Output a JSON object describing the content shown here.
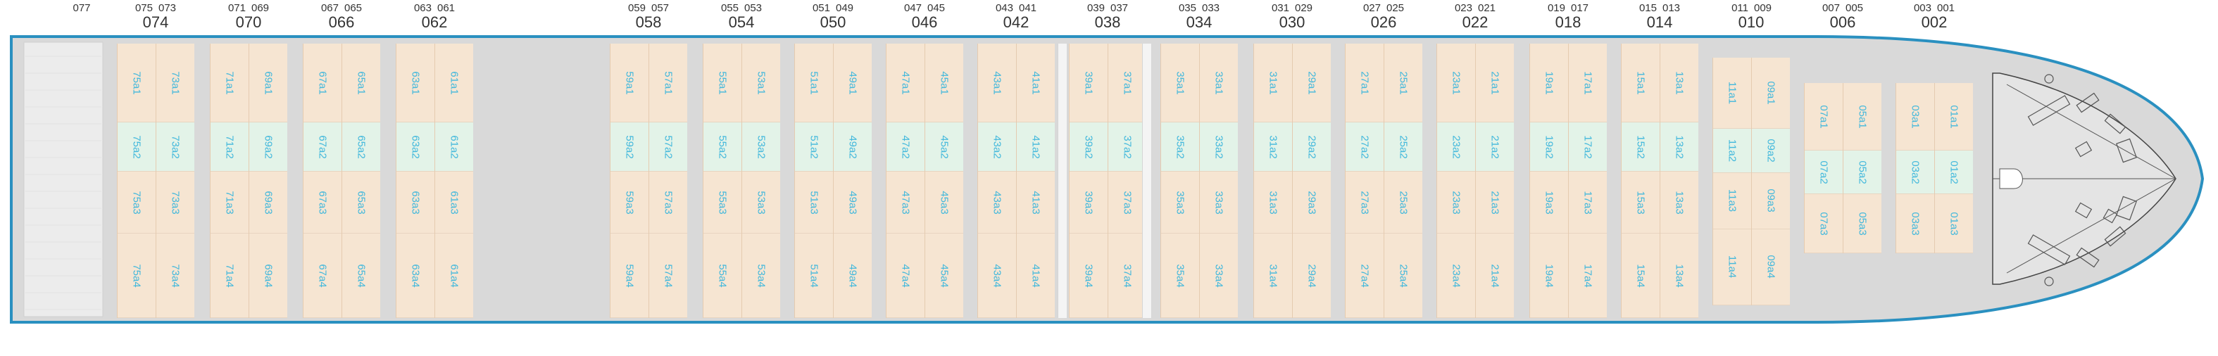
{
  "bays": [
    {
      "pair": [
        "075",
        "073"
      ],
      "num": "074",
      "slots": [
        [
          "75a1",
          "75a2",
          "75a3",
          "75a4"
        ],
        [
          "73a1",
          "73a2",
          "73a3",
          "73a4"
        ]
      ]
    },
    {
      "pair": [
        "071",
        "069"
      ],
      "num": "070",
      "slots": [
        [
          "71a1",
          "71a2",
          "71a3",
          "71a4"
        ],
        [
          "69a1",
          "69a2",
          "69a3",
          "69a4"
        ]
      ]
    },
    {
      "pair": [
        "067",
        "065"
      ],
      "num": "066",
      "slots": [
        [
          "67a1",
          "67a2",
          "67a3",
          "67a4"
        ],
        [
          "65a1",
          "65a2",
          "65a3",
          "65a4"
        ]
      ]
    },
    {
      "pair": [
        "063",
        "061"
      ],
      "num": "062",
      "slots": [
        [
          "63a1",
          "63a2",
          "63a3",
          "63a4"
        ],
        [
          "61a1",
          "61a2",
          "61a3",
          "61a4"
        ]
      ]
    },
    {
      "pair": [
        "059",
        "057"
      ],
      "num": "058",
      "slots": [
        [
          "59a1",
          "59a2",
          "59a3",
          "59a4"
        ],
        [
          "57a1",
          "57a2",
          "57a3",
          "57a4"
        ]
      ]
    },
    {
      "pair": [
        "055",
        "053"
      ],
      "num": "054",
      "slots": [
        [
          "55a1",
          "55a2",
          "55a3",
          "55a4"
        ],
        [
          "53a1",
          "53a2",
          "53a3",
          "53a4"
        ]
      ]
    },
    {
      "pair": [
        "051",
        "049"
      ],
      "num": "050",
      "slots": [
        [
          "51a1",
          "51a2",
          "51a3",
          "51a4"
        ],
        [
          "49a1",
          "49a2",
          "49a3",
          "49a4"
        ]
      ]
    },
    {
      "pair": [
        "047",
        "045"
      ],
      "num": "046",
      "slots": [
        [
          "47a1",
          "47a2",
          "47a3",
          "47a4"
        ],
        [
          "45a1",
          "45a2",
          "45a3",
          "45a4"
        ]
      ]
    },
    {
      "pair": [
        "043",
        "041"
      ],
      "num": "042",
      "slots": [
        [
          "43a1",
          "43a2",
          "43a3",
          "43a4"
        ],
        [
          "41a1",
          "41a2",
          "41a3",
          "41a4"
        ]
      ]
    },
    {
      "pair": [
        "039",
        "037"
      ],
      "num": "038",
      "slots": [
        [
          "39a1",
          "39a2",
          "39a3",
          "39a4"
        ],
        [
          "37a1",
          "37a2",
          "37a3",
          "37a4"
        ]
      ]
    },
    {
      "pair": [
        "035",
        "033"
      ],
      "num": "034",
      "slots": [
        [
          "35a1",
          "35a2",
          "35a3",
          "35a4"
        ],
        [
          "33a1",
          "33a2",
          "33a3",
          "33a4"
        ]
      ]
    },
    {
      "pair": [
        "031",
        "029"
      ],
      "num": "030",
      "slots": [
        [
          "31a1",
          "31a2",
          "31a3",
          "31a4"
        ],
        [
          "29a1",
          "29a2",
          "29a3",
          "29a4"
        ]
      ]
    },
    {
      "pair": [
        "027",
        "025"
      ],
      "num": "026",
      "slots": [
        [
          "27a1",
          "27a2",
          "27a3",
          "27a4"
        ],
        [
          "25a1",
          "25a2",
          "25a3",
          "25a4"
        ]
      ]
    },
    {
      "pair": [
        "023",
        "021"
      ],
      "num": "022",
      "slots": [
        [
          "23a1",
          "23a2",
          "23a3",
          "23a4"
        ],
        [
          "21a1",
          "21a2",
          "21a3",
          "21a4"
        ]
      ]
    },
    {
      "pair": [
        "019",
        "017"
      ],
      "num": "018",
      "slots": [
        [
          "19a1",
          "19a2",
          "19a3",
          "19a4"
        ],
        [
          "17a1",
          "17a2",
          "17a3",
          "17a4"
        ]
      ]
    },
    {
      "pair": [
        "015",
        "013"
      ],
      "num": "014",
      "slots": [
        [
          "15a1",
          "15a2",
          "15a3",
          "15a4"
        ],
        [
          "13a1",
          "13a2",
          "13a3",
          "13a4"
        ]
      ]
    },
    {
      "pair": [
        "011",
        "009"
      ],
      "num": "010",
      "slots": [
        [
          "11a1",
          "11a2",
          "11a3",
          "11a4"
        ],
        [
          "09a1",
          "09a2",
          "09a3",
          "09a4"
        ]
      ]
    },
    {
      "pair": [
        "007",
        "005"
      ],
      "num": "006",
      "slots": [
        [
          "07a1",
          "07a2",
          "07a3"
        ],
        [
          "05a1",
          "05a2",
          "05a3"
        ]
      ]
    },
    {
      "pair": [
        "003",
        "001"
      ],
      "num": "002",
      "slots": [
        [
          "03a1",
          "03a2",
          "03a3"
        ],
        [
          "01a1",
          "01a2",
          "01a3"
        ]
      ]
    }
  ],
  "aft_label": "077",
  "colors": {
    "hull_fill": "#d9d9d9",
    "hull_stroke": "#2a90c0",
    "slot_cream": "#f6e5d2",
    "slot_mint": "#e3f3e8",
    "slot_text": "#42b8dc"
  }
}
